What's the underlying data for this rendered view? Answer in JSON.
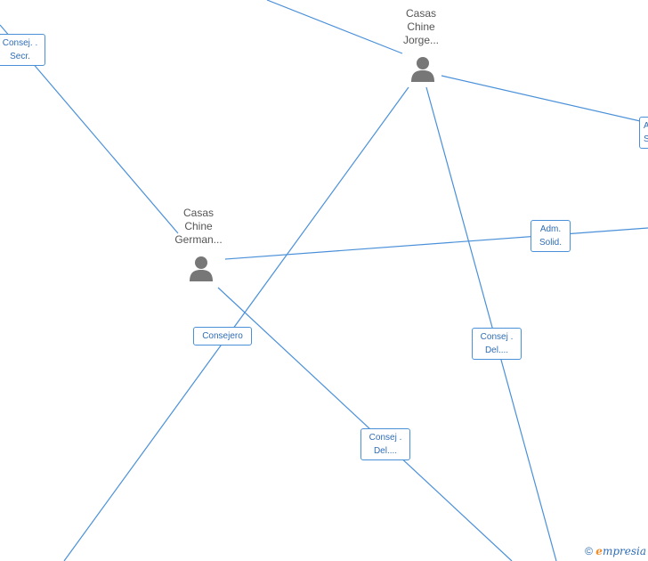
{
  "persons": [
    {
      "id": "jorge",
      "name_lines": [
        "Casas",
        "Chine",
        "Jorge..."
      ]
    },
    {
      "id": "german",
      "name_lines": [
        "Casas",
        "Chine",
        "German..."
      ]
    }
  ],
  "roles": [
    {
      "id": "secr",
      "lines": [
        "Consej. .",
        "Secr."
      ]
    },
    {
      "id": "right-top",
      "lines": [
        "A",
        "S"
      ]
    },
    {
      "id": "adm",
      "lines": [
        "Adm.",
        "Solid."
      ]
    },
    {
      "id": "consejero",
      "lines": [
        "Consejero"
      ]
    },
    {
      "id": "del1",
      "lines": [
        "Consej .",
        "Del...."
      ]
    },
    {
      "id": "del2",
      "lines": [
        "Consej .",
        "Del...."
      ]
    }
  ],
  "footer": {
    "copyright": "©",
    "brand_initial": "e",
    "brand_rest": "mpresia"
  },
  "colors": {
    "edge": "#4a90d9",
    "box_text": "#2f6db5",
    "icon": "#777777",
    "brand_accent": "#f28c28"
  }
}
